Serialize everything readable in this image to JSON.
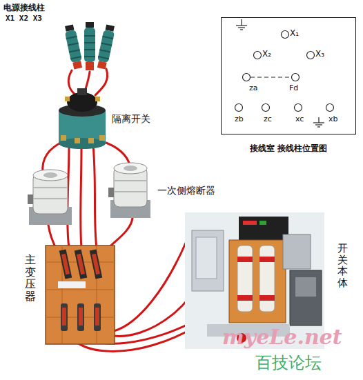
{
  "diagram": {
    "nodes": [
      {
        "text": [
          "接线室 接线柱位置图"
        ]
      }
    ],
    "labels": [
      "电源接线柱",
      "X1 X2 X3",
      "隔离开关",
      "一次侧熔断器",
      "主变压器",
      "开关本体",
      "X₁",
      "X₂",
      "X₃",
      "za",
      "Fd",
      "zb",
      "zc",
      "xc",
      "xb",
      "myeLe.net",
      "百技论坛"
    ]
  }
}
